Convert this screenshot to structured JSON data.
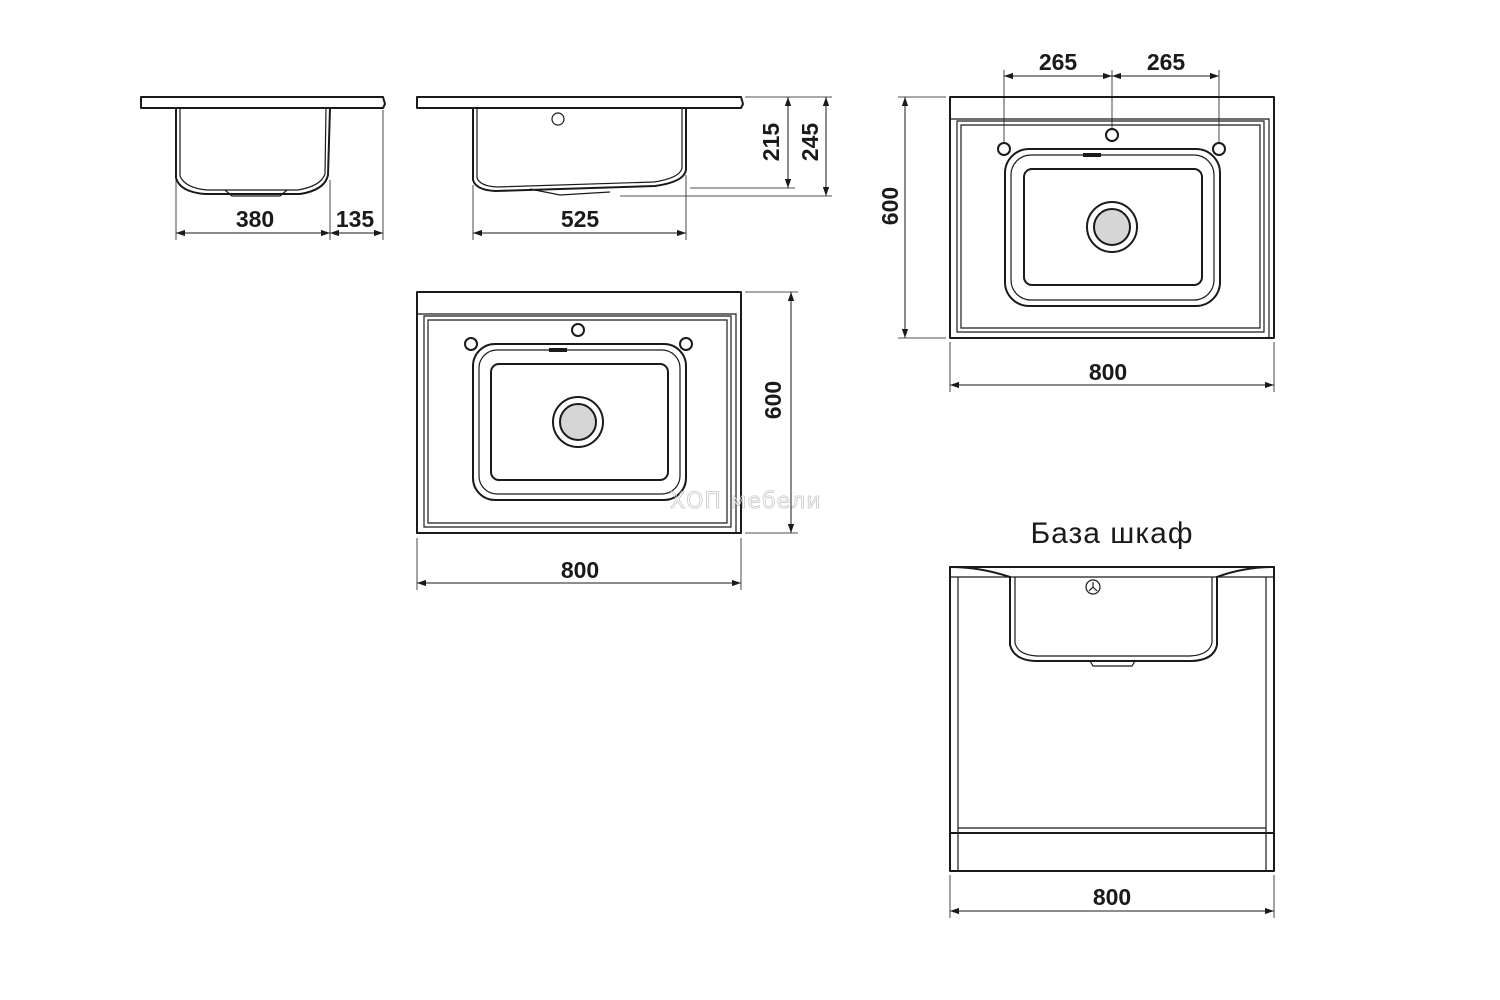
{
  "dimensions": {
    "side_depth": "380",
    "side_rim": "135",
    "front_width": "525",
    "height_inner": "215",
    "height_outer": "245",
    "top_left_width": "800",
    "top_left_depth": "600",
    "top_right_width": "800",
    "top_right_depth": "600",
    "tap_spacing_left": "265",
    "tap_spacing_right": "265",
    "cabinet_width": "800"
  },
  "labels": {
    "cabinet_title": "База шкаф",
    "watermark": "ХОП мебели"
  }
}
